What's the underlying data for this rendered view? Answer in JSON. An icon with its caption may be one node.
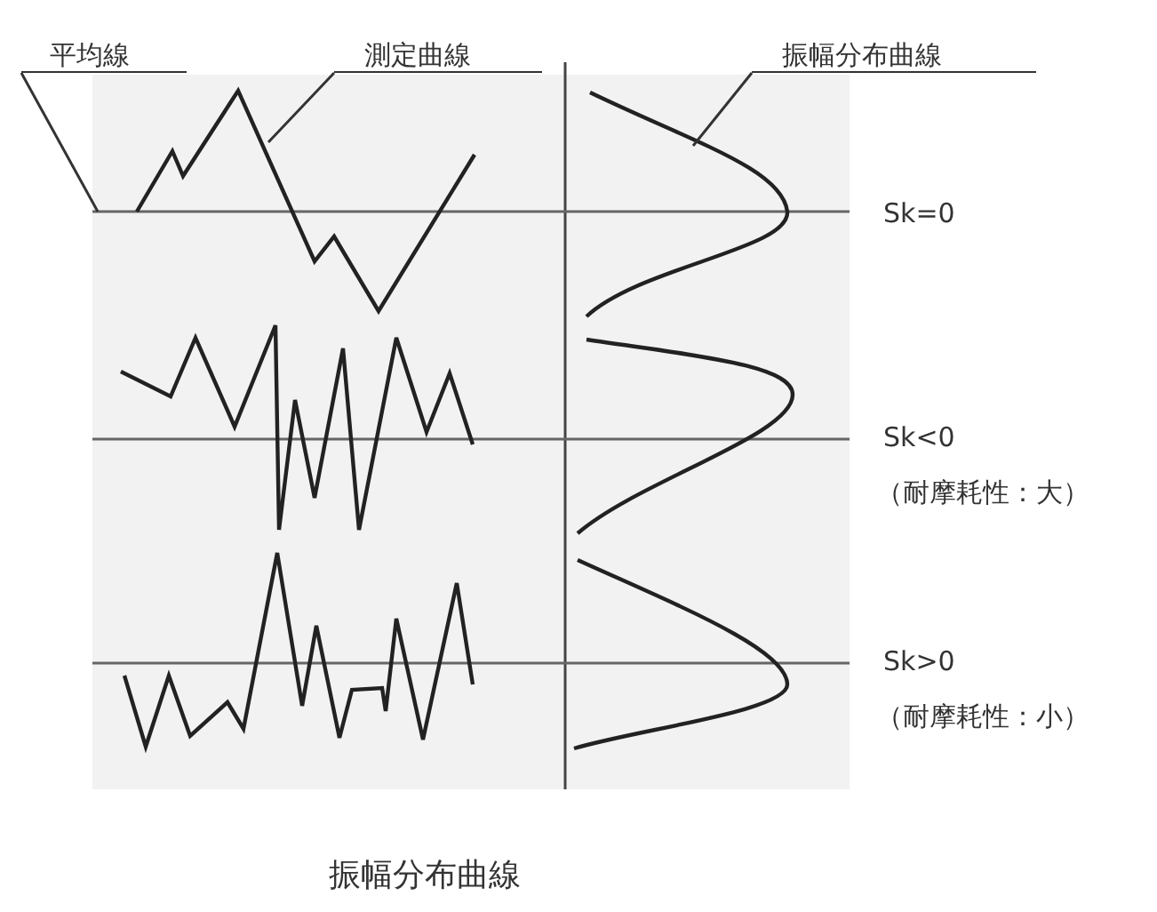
{
  "diagram": {
    "caption": "振幅分布曲線",
    "nodes": [
      {
        "text": [
          "平均線"
        ]
      },
      {
        "text": [
          "測定曲線"
        ]
      },
      {
        "text": [
          "振幅分布曲線"
        ]
      },
      {
        "text": [],
        "shape": "line"
      },
      {
        "text": [],
        "shape": "curve"
      },
      {
        "text": [],
        "shape": "curve"
      }
    ],
    "edges": [
      {
        "from": 0,
        "to": 3,
        "arrow": "none"
      },
      {
        "from": 1,
        "to": 4,
        "arrow": "none"
      },
      {
        "from": 2,
        "to": 5,
        "arrow": "none"
      }
    ],
    "labels": [
      "Sk=0",
      "Sk<0",
      "（耐摩耗性：大）",
      "Sk>0",
      "（耐摩耗性：小）"
    ]
  }
}
